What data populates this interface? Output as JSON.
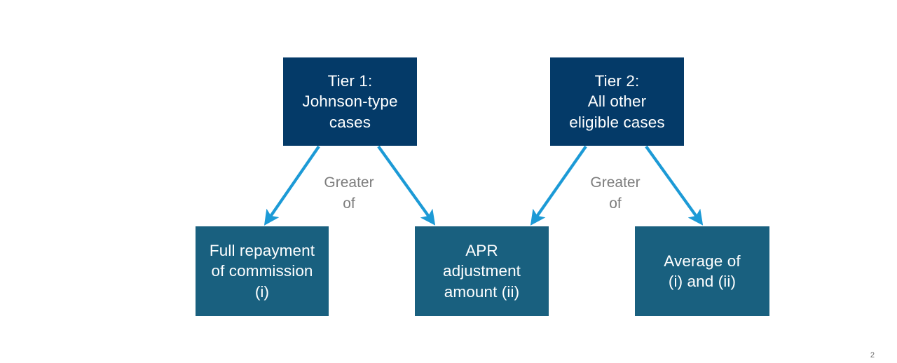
{
  "slide": {
    "background_color": "#ffffff",
    "page_number": "2"
  },
  "palette": {
    "tier_box": "#043a68",
    "outcome_box": "#19607f",
    "arrow": "#1c9ad6",
    "label_text": "#7d7d7d",
    "box_text": "#ffffff"
  },
  "diagram": {
    "type": "flowchart",
    "tiers": [
      {
        "id": "tier-1",
        "label": "Tier 1:\nJohnson-type\ncases",
        "color": "#043a68"
      },
      {
        "id": "tier-2",
        "label": "Tier 2:\nAll other\neligible cases",
        "color": "#043a68"
      }
    ],
    "outcomes": [
      {
        "id": "full-repayment",
        "label": "Full repayment\nof commission\n(i)",
        "color": "#19607f"
      },
      {
        "id": "apr-adjustment",
        "label": "APR\nadjustment\namount (ii)",
        "color": "#19607f"
      },
      {
        "id": "average",
        "label": "Average of\n(i) and (ii)",
        "color": "#19607f"
      }
    ],
    "connector_labels": [
      {
        "id": "greater-of-1",
        "text": "Greater\nof"
      },
      {
        "id": "greater-of-2",
        "text": "Greater\nof"
      }
    ],
    "arrows": [
      {
        "id": "tier1-to-full-repayment",
        "from": "tier-1",
        "to": "full-repayment",
        "color": "#1c9ad6"
      },
      {
        "id": "tier1-to-apr",
        "from": "tier-1",
        "to": "apr-adjustment",
        "color": "#1c9ad6"
      },
      {
        "id": "tier2-to-apr",
        "from": "tier-2",
        "to": "apr-adjustment",
        "color": "#1c9ad6"
      },
      {
        "id": "tier2-to-average",
        "from": "tier-2",
        "to": "average",
        "color": "#1c9ad6"
      }
    ]
  }
}
